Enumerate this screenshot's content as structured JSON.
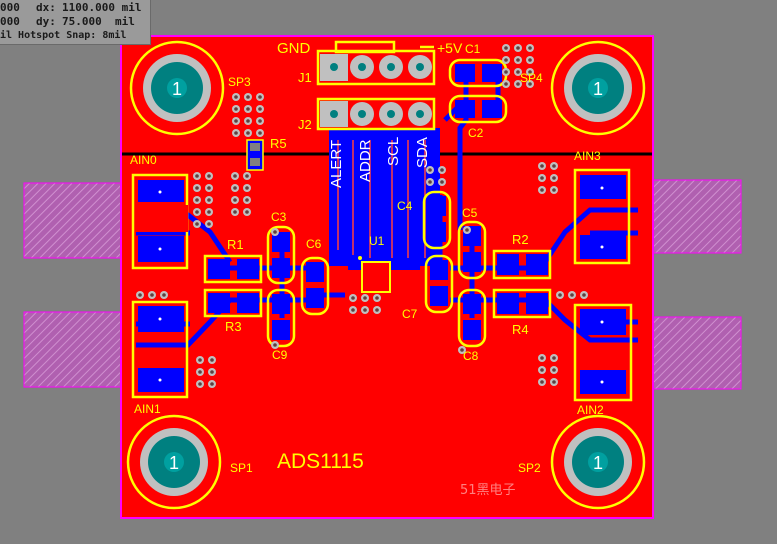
{
  "hud": {
    "line1_left": "000",
    "dx_label": "dx:",
    "dx_value": "1100.000 mil",
    "line2_left": "000",
    "dy_label": "dy:",
    "dy_value": "75.000  mil",
    "snap": "il Hotspot Snap: 8mil"
  },
  "colors": {
    "background": "#808080",
    "board": "#ff0000",
    "bottom_copper": "#0000ff",
    "silkscreen": "#ffff00",
    "pad_fill": "#c0c0c0",
    "hole": "#008080",
    "keepout": "#ff00ff",
    "trace_label": "#ffffff"
  },
  "labels": {
    "gnd": "GND",
    "vcc": "+5V",
    "c1": "C1",
    "j1": "J1",
    "j2": "J2",
    "sp1": "SP1",
    "sp2": "SP2",
    "sp3": "SP3",
    "sp4": "SP4",
    "r1": "R1",
    "r2": "R2",
    "r3": "R3",
    "r4": "R4",
    "r5": "R5",
    "c2": "C2",
    "c3": "C3",
    "c4": "C4",
    "c5": "C5",
    "c6": "C6",
    "c7": "C7",
    "c8": "C8",
    "c9": "C9",
    "u1": "U1",
    "ain0": "AIN0",
    "ain1": "AIN1",
    "ain2": "AIN2",
    "ain3": "AIN3",
    "alert": "ALERT",
    "addr": "ADDR",
    "scl": "SCL",
    "sda": "SDA",
    "title": "ADS1115",
    "watermark": "51黑电子",
    "hole_number": "1"
  }
}
